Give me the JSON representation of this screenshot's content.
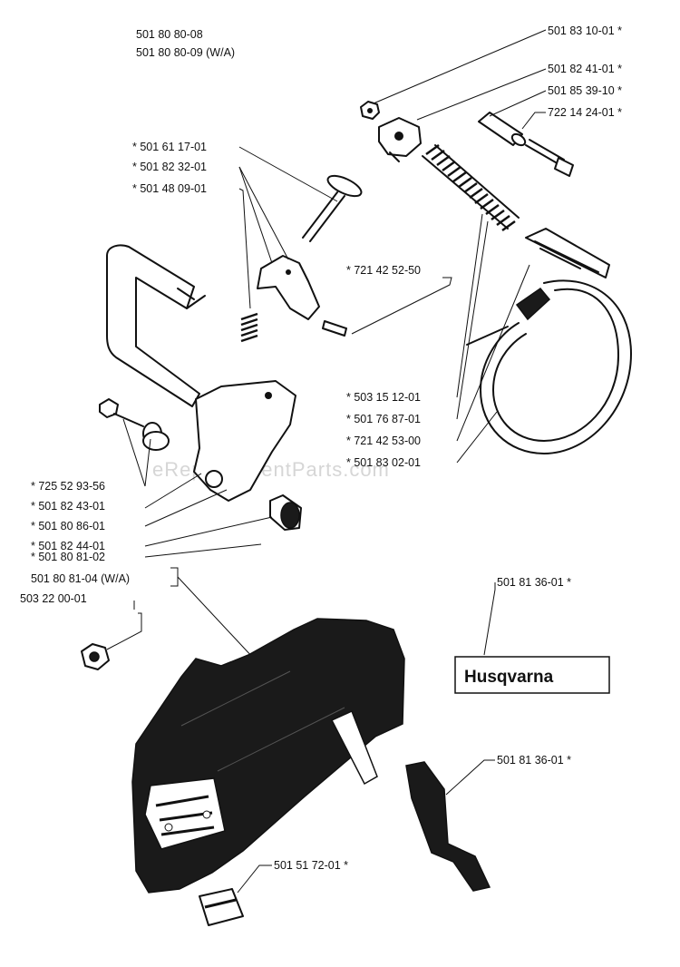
{
  "header": {
    "line1": "501 80 80-08",
    "line2": "501 80 80-09 (W/A)"
  },
  "watermark": "eReplacementParts.com",
  "logo_text": "Husqvarna",
  "labels": {
    "p_501831001": "501 83 10-01  *",
    "p_501824101": "501 82 41-01  *",
    "p_501853910": "501 85 39-10  *",
    "p_722142401": "722 14 24-01  *",
    "p_501611701": "*  501 61 17-01",
    "p_501823201": "*  501 82 32-01",
    "p_501480901": "*  501 48 09-01",
    "p_721425250": "*  721 42 52-50",
    "p_503151201": "*  503 15 12-01",
    "p_501768701": "*  501 76 87-01",
    "p_721425300": "*  721 42 53-00",
    "p_501830201": "*  501 83 02-01",
    "p_725529356": "*  725 52 93-56",
    "p_501824301": "*  501 82 43-01",
    "p_501808601": "*  501 80 86-01",
    "p_501824401": "*  501 82 44-01",
    "p_501808102": "*  501 80 81-02",
    "p_501808104": "501 80 81-04 (W/A)",
    "p_503220001": "503 22 00-01",
    "p_501813601a": "501 81 36-01  *",
    "p_501813601b": "501 81 36-01  *",
    "p_501517201": "501 51 72-01  *"
  }
}
